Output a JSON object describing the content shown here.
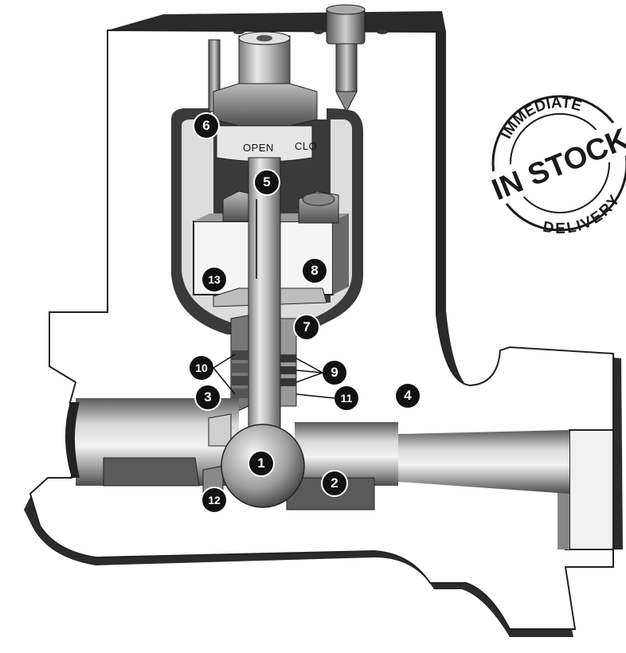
{
  "diagram": {
    "scale_labels": {
      "open": "OPEN",
      "close": "CLO"
    },
    "stamp": {
      "top": "IMMEDIATE",
      "center": "IN STOCK",
      "bottom": "DELIVERY"
    },
    "callouts": [
      {
        "id": "1",
        "label": "1"
      },
      {
        "id": "2",
        "label": "2"
      },
      {
        "id": "3",
        "label": "3"
      },
      {
        "id": "4",
        "label": "4"
      },
      {
        "id": "5",
        "label": "5"
      },
      {
        "id": "6",
        "label": "6"
      },
      {
        "id": "7",
        "label": "7"
      },
      {
        "id": "8",
        "label": "8"
      },
      {
        "id": "9",
        "label": "9"
      },
      {
        "id": "10",
        "label": "10"
      },
      {
        "id": "11",
        "label": "11"
      },
      {
        "id": "12",
        "label": "12"
      },
      {
        "id": "13",
        "label": "13"
      }
    ]
  }
}
